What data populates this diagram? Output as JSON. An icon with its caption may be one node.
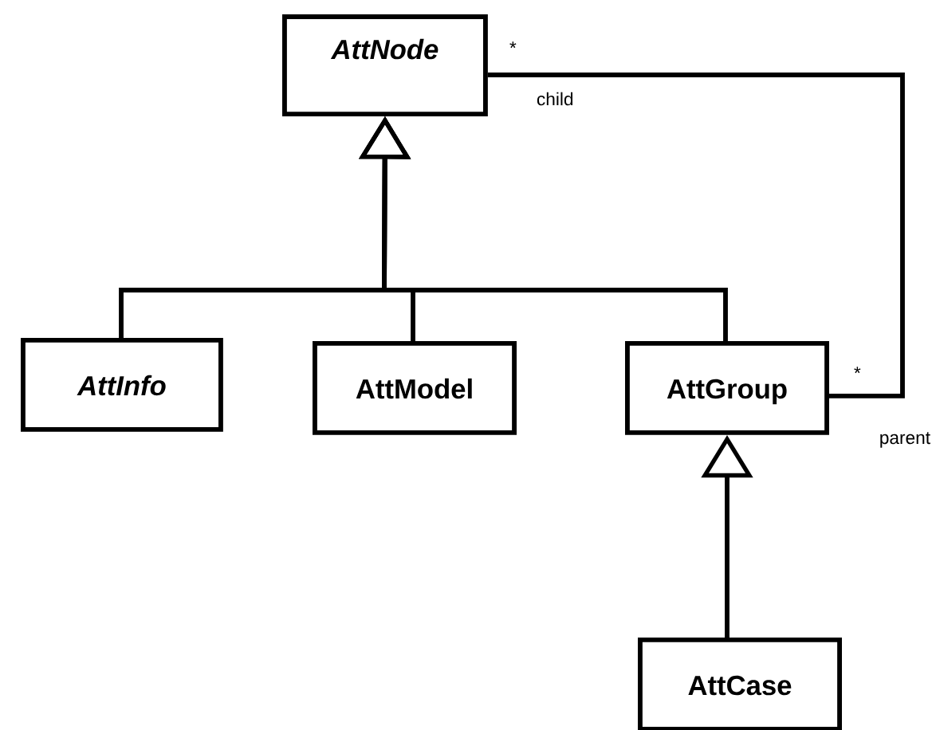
{
  "diagram": {
    "nodes": [
      {
        "text": [
          "AttNode"
        ]
      },
      {
        "text": [
          "AttInfo"
        ]
      },
      {
        "text": [
          "AttModel"
        ]
      },
      {
        "text": [
          "AttGroup"
        ]
      },
      {
        "text": [
          "AttCase"
        ]
      }
    ],
    "edges": [
      {
        "from": 1,
        "to": 0,
        "arrow": "to"
      },
      {
        "from": 2,
        "to": 0,
        "arrow": "to"
      },
      {
        "from": 3,
        "to": 0,
        "arrow": "to"
      },
      {
        "from": 4,
        "to": 3,
        "arrow": "to"
      },
      {
        "from": 0,
        "to": 3,
        "arrow": "none"
      }
    ],
    "labels": [
      "*",
      "child",
      "*",
      "parent"
    ]
  }
}
